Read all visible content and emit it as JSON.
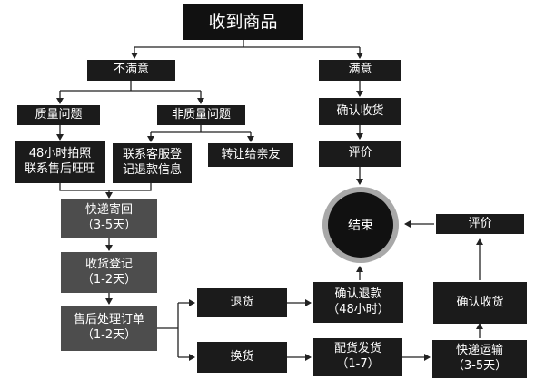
{
  "nodes": {
    "receive": "收到商品",
    "unsatisfied": "不满意",
    "satisfied": "满意",
    "quality_issue": "质量问题",
    "non_quality_issue": "非质量问题",
    "confirm_receipt_top": "确认收货",
    "photo_contact": [
      "48小时拍照",
      "联系售后旺旺"
    ],
    "contact_service": [
      "联系客服登",
      "记退款信息"
    ],
    "transfer": "转让给亲友",
    "review_top": "评价",
    "express_return": [
      "快递寄回",
      "（3-5天）"
    ],
    "end": "结束",
    "review_right": "评价",
    "receipt_register": [
      "收货登记",
      "（1-2天）"
    ],
    "return": "退货",
    "confirm_refund": [
      "确认退款",
      "（48小时）"
    ],
    "confirm_receipt_right": "确认收货",
    "after_sales": [
      "售后处理订单",
      "（1-2天）"
    ],
    "exchange": "换货",
    "ship": [
      "配货发货",
      "（1-7）"
    ],
    "express_ship": [
      "快递运输",
      "（3-5天）"
    ]
  }
}
